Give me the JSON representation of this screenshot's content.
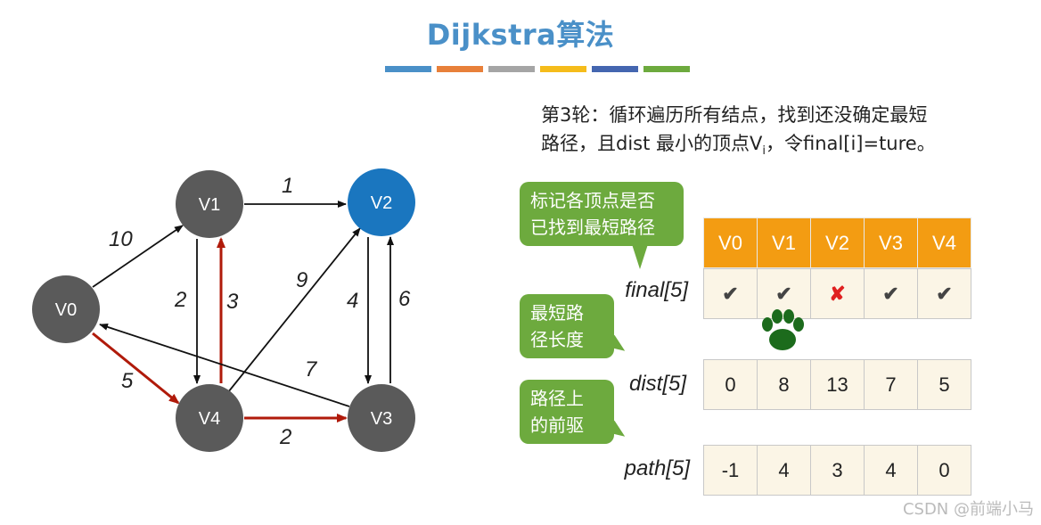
{
  "title": "Dijkstra算法",
  "palette": [
    "#4a90c8",
    "#e8803a",
    "#a5a5a5",
    "#f5bc1b",
    "#4466b0",
    "#6daa3e"
  ],
  "graph": {
    "nodes": [
      "V0",
      "V1",
      "V2",
      "V3",
      "V4"
    ],
    "weights": [
      "1",
      "10",
      "2",
      "3",
      "9",
      "4",
      "6",
      "7",
      "5",
      "2"
    ]
  },
  "description": {
    "line1": "第3轮：循环遍历所有结点，找到还没确定最短",
    "line2_prefix": "路径，且dist 最小的顶点V",
    "line2_sub": "i",
    "line2_suffix": "，令final[i]=ture。"
  },
  "bubbles": {
    "final_line1": "标记各顶点是否",
    "final_line2": "已找到最短路径",
    "dist_line1": "最短路",
    "dist_line2": "径长度",
    "path_line1": "路径上",
    "path_line2": "的前驱"
  },
  "table": {
    "headers": [
      "V0",
      "V1",
      "V2",
      "V3",
      "V4"
    ],
    "final_label": "final[5]",
    "final": [
      "✔",
      "✔",
      "✘",
      "✔",
      "✔"
    ],
    "dist_label": "dist[5]",
    "dist": [
      "0",
      "8",
      "13",
      "7",
      "5"
    ],
    "path_label": "path[5]",
    "path": [
      "-1",
      "4",
      "3",
      "4",
      "0"
    ]
  },
  "watermark": "CSDN @前端小马"
}
